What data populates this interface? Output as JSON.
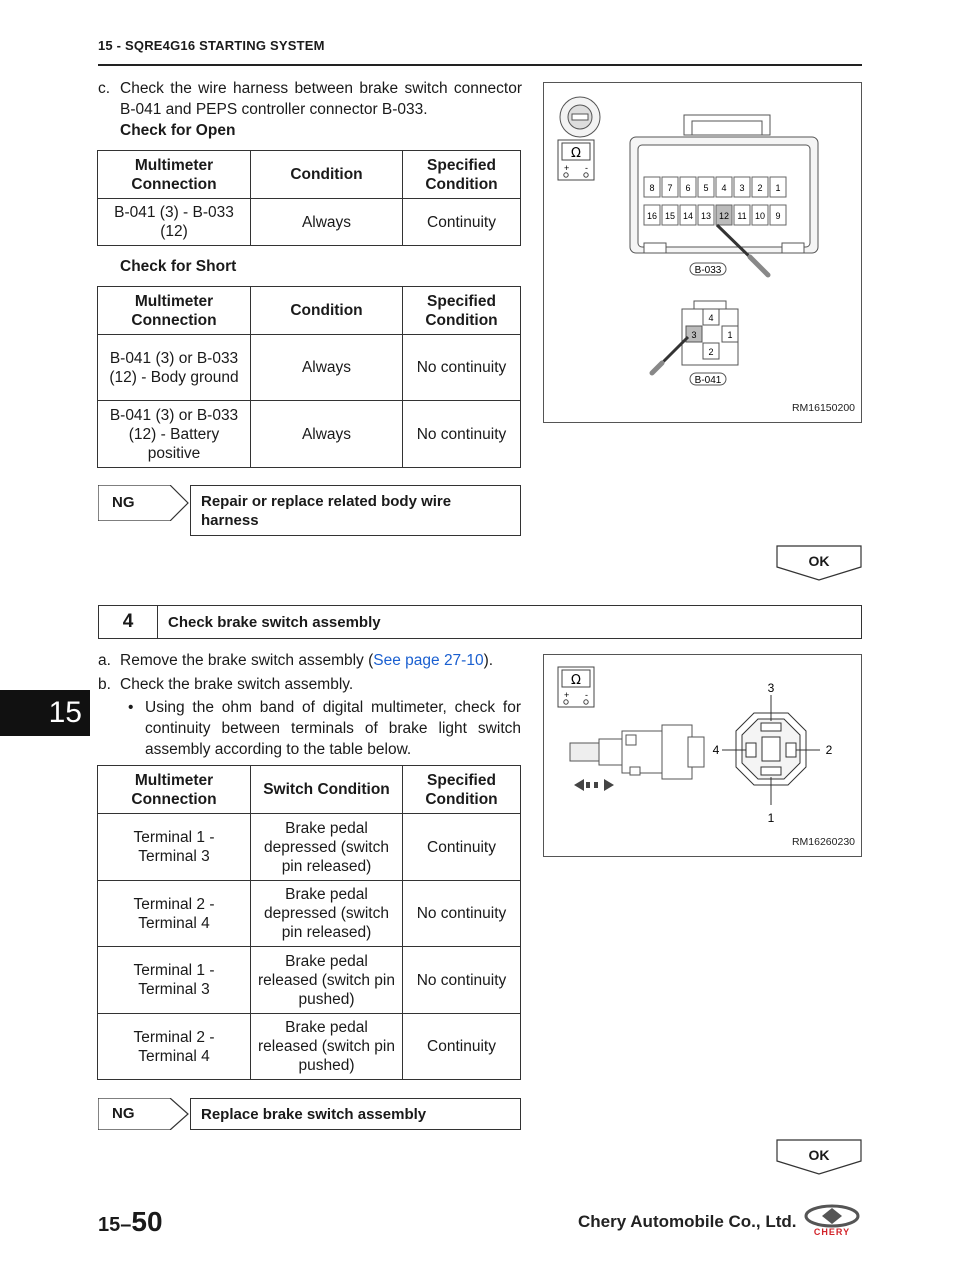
{
  "header": {
    "title": "15 - SQRE4G16 STARTING SYSTEM"
  },
  "side_tab": "15",
  "step_c": {
    "marker": "c.",
    "text": "Check the wire harness between brake switch connector B-041 and PEPS controller connector B-033.",
    "open_label": "Check for Open",
    "short_label": "Check for Short"
  },
  "open_table": {
    "headers": [
      "Multimeter Connection",
      "Condition",
      "Specified Condition"
    ],
    "rows": [
      [
        "B-041 (3) - B-033 (12)",
        "Always",
        "Continuity"
      ]
    ]
  },
  "short_table": {
    "headers": [
      "Multimeter Connection",
      "Condition",
      "Specified Condition"
    ],
    "rows": [
      [
        "B-041 (3) or B-033 (12) - Body ground",
        "Always",
        "No continuity"
      ],
      [
        "B-041 (3) or B-033 (12) - Battery positive",
        "Always",
        "No continuity"
      ]
    ]
  },
  "ng1": {
    "label": "NG",
    "action": "Repair or replace related body wire harness"
  },
  "ok1": "OK",
  "fig1": {
    "id": "RM16150200",
    "connector_top_label": "B-033",
    "connector_bottom_label": "B-041",
    "top_pins_row1": [
      "8",
      "7",
      "6",
      "5",
      "4",
      "3",
      "2",
      "1"
    ],
    "top_pins_row2": [
      "16",
      "15",
      "14",
      "13",
      "12",
      "11",
      "10",
      "9"
    ],
    "bottom_pins": [
      "4",
      "3",
      "1",
      "2"
    ],
    "meter_symbol": "Ω",
    "meter_plus": "+",
    "meter_minus": "-"
  },
  "step4": {
    "number": "4",
    "title": "Check brake switch assembly"
  },
  "step_a": {
    "marker": "a.",
    "text_before": "Remove the brake switch assembly (",
    "link": "See page 27-10",
    "text_after": ")."
  },
  "step_b": {
    "marker": "b.",
    "text": "Check the brake switch assembly."
  },
  "bullet": {
    "marker": "•",
    "text": "Using the ohm band of digital multimeter, check for continuity between terminals of brake light switch assembly according to the table below."
  },
  "switch_table": {
    "headers": [
      "Multimeter Connection",
      "Switch Condition",
      "Specified Condition"
    ],
    "rows": [
      [
        "Terminal 1 - Terminal 3",
        "Brake pedal depressed (switch pin released)",
        "Continuity"
      ],
      [
        "Terminal 2 - Terminal 4",
        "Brake pedal depressed (switch pin released)",
        "No continuity"
      ],
      [
        "Terminal 1 - Terminal 3",
        "Brake pedal released (switch pin pushed)",
        "No continuity"
      ],
      [
        "Terminal 2 - Terminal 4",
        "Brake pedal released (switch pin pushed)",
        "Continuity"
      ]
    ]
  },
  "fig2": {
    "id": "RM16260230",
    "t1": "1",
    "t2": "2",
    "t3": "3",
    "t4": "4",
    "meter_symbol": "Ω",
    "meter_plus": "+",
    "meter_minus": "-"
  },
  "ng2": {
    "label": "NG",
    "action": "Replace brake switch assembly"
  },
  "ok2": "OK",
  "footer": {
    "chapter": "15",
    "dash": "–",
    "page": "50",
    "company": "Chery Automobile Co., Ltd.",
    "logo_text": "CHERY"
  }
}
